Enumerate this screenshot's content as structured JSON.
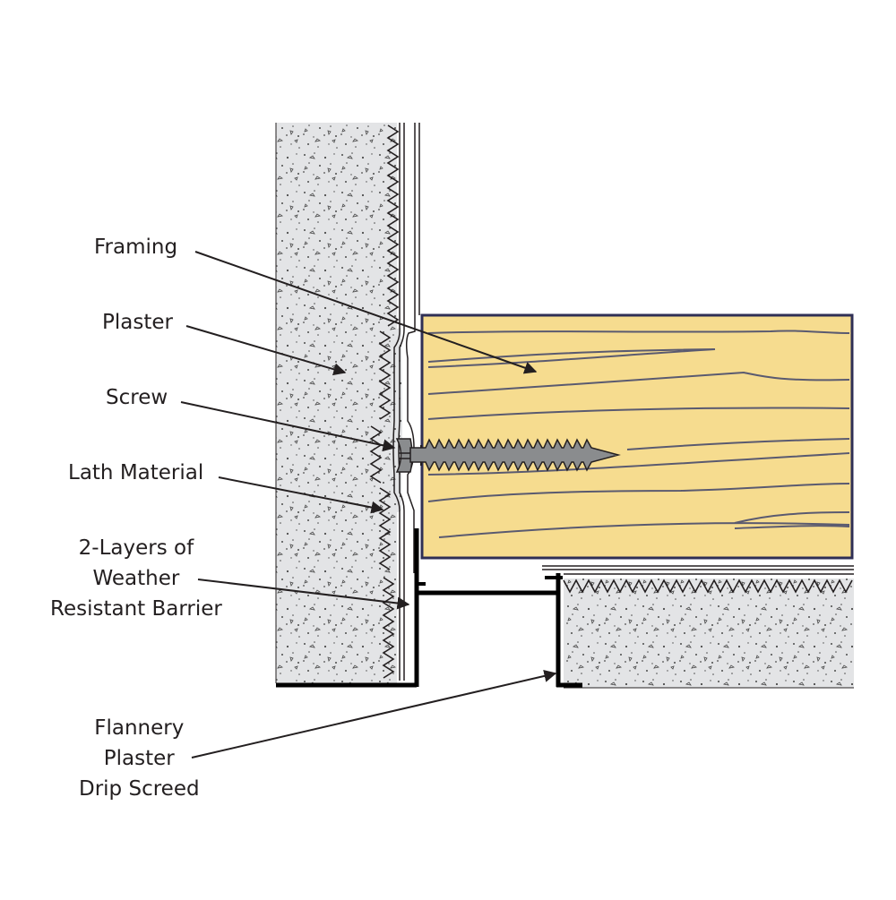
{
  "diagram": {
    "labels": {
      "framing": "Framing",
      "plaster": "Plaster",
      "screw": "Screw",
      "lath_material": "Lath Material",
      "barrier": [
        "2-Layers of",
        "Weather",
        "Resistant Barrier"
      ],
      "drip_screed": [
        "Flannery",
        "Plaster",
        "Drip Screed"
      ]
    },
    "colors": {
      "plaster_fill": "#e3e4e6",
      "wood_fill": "#f6dc8f",
      "wood_outline": "#2f2f55",
      "wood_grain": "#5a5a70",
      "screw_fill": "#8a8c8e",
      "line": "#231f20",
      "text": "#231f20"
    }
  }
}
